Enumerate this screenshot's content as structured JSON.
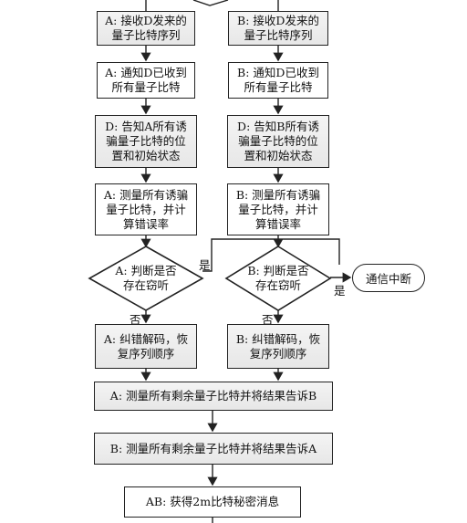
{
  "left": {
    "step1": "A: 接收D发来的\n量子比特序列",
    "step2": "A: 通知D已收到\n所有量子比特",
    "step3": "D: 告知A所有诱\n骗量子比特的位\n置和初始状态",
    "step4": "A: 测量所有诱骗\n量子比特，并计\n算错误率",
    "decision": "A: 判断是否\n存在窃听",
    "yes": "是",
    "no": "否",
    "step5": "A: 纠错解码，恢\n复序列顺序"
  },
  "right": {
    "step1": "B: 接收D发来的\n量子比特序列",
    "step2": "B: 通知D已收到\n所有量子比特",
    "step3": "D: 告知B所有诱\n骗量子比特的位\n置和初始状态",
    "step4": "B: 测量所有诱骗\n量子比特，并计\n算错误率",
    "decision": "B: 判断是否\n存在窃听",
    "yes": "是",
    "no": "否",
    "step5": "B: 纠错解码，恢\n复序列顺序"
  },
  "terminal": "通信中断",
  "merge1": "A: 测量所有剩余量子比特并将结果告诉B",
  "merge2": "B: 测量所有剩余量子比特并将结果告诉A",
  "final": "AB: 获得2m比特秘密消息"
}
